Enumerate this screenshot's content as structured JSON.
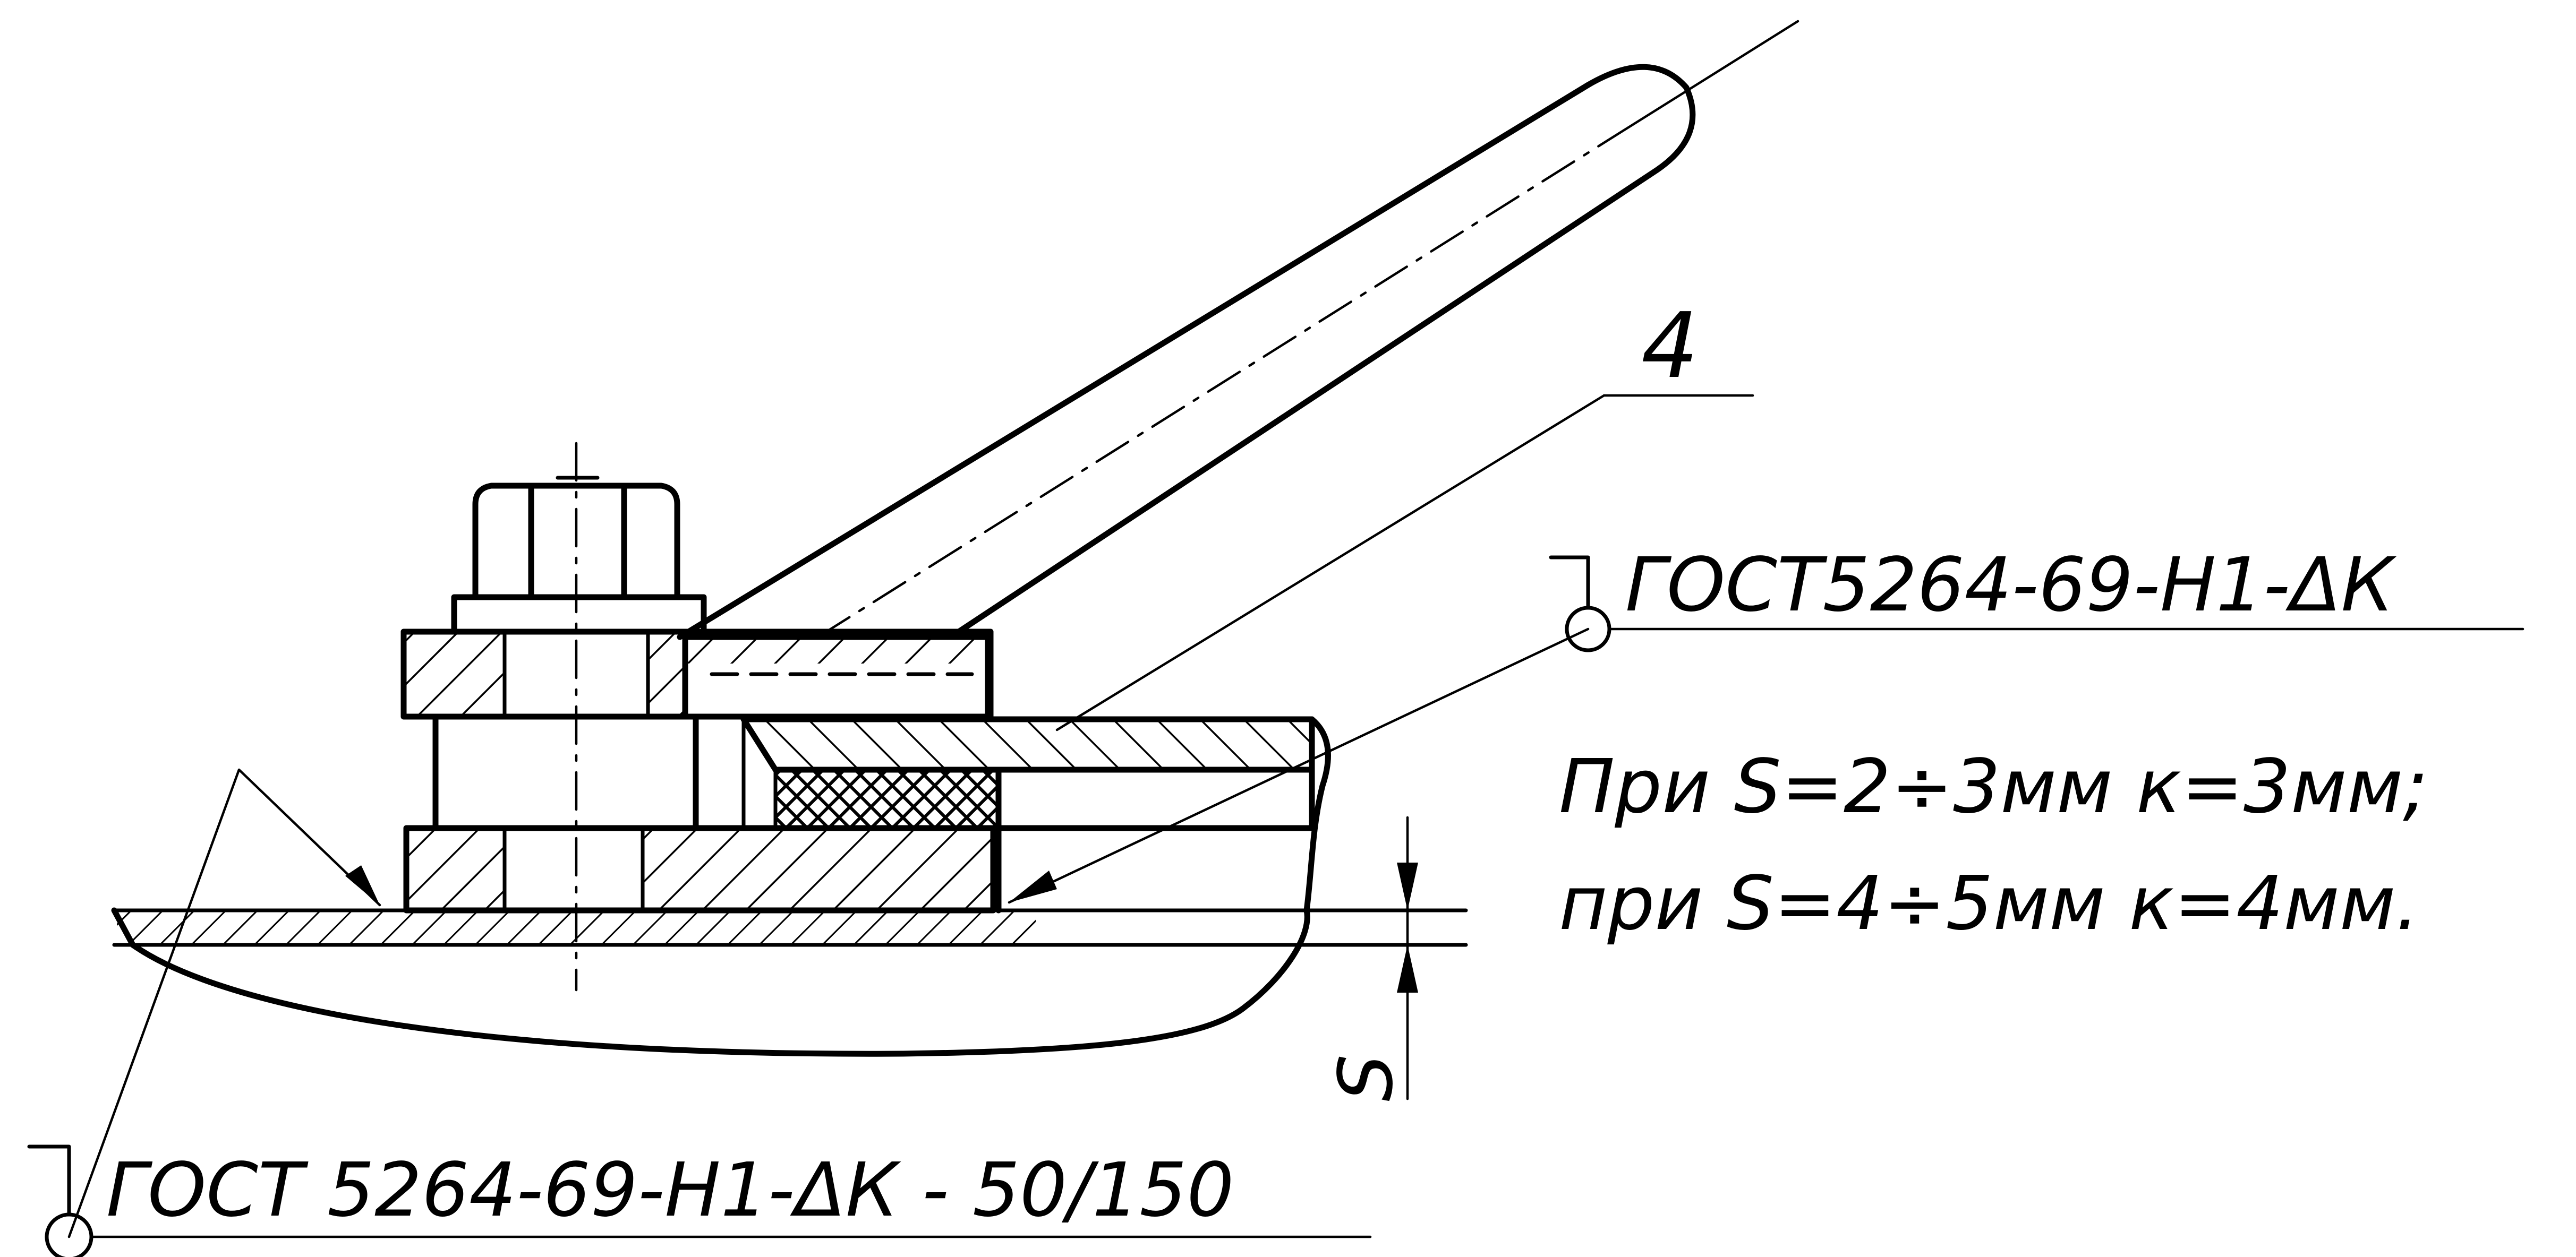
{
  "drawing": {
    "callout_number": "4",
    "weld_top": "ГОСТ5264-69-Н1-ΔК",
    "weld_bottom": "ГОСТ 5264-69-Н1-ΔК - 50/150",
    "note_line1": "При S=2÷3мм к=3мм;",
    "note_line2": "при S=4÷5мм к=4мм.",
    "dimension_s": "S"
  },
  "colors": {
    "ink": "#000000",
    "background": "#ffffff"
  }
}
